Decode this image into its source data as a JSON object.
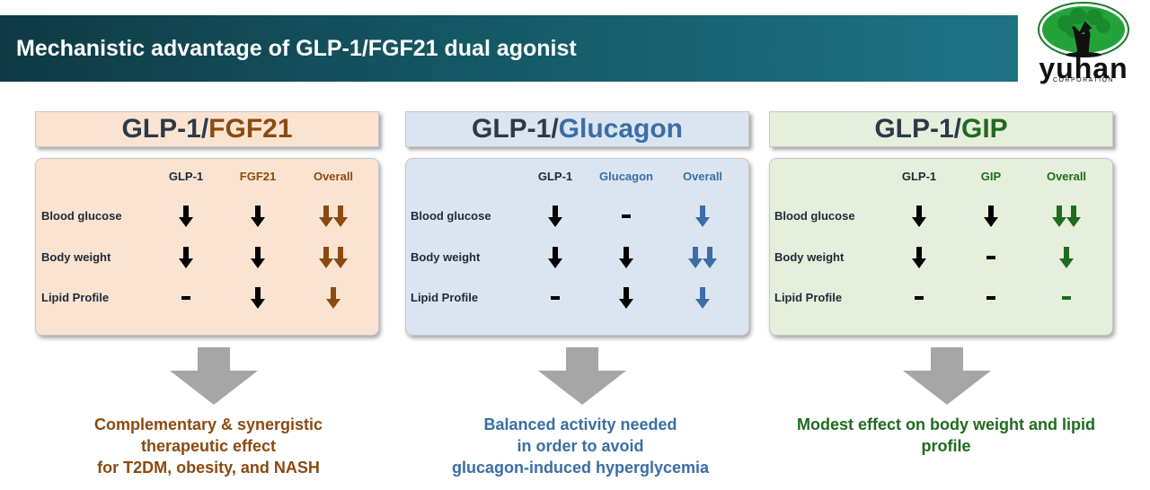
{
  "header": {
    "title": "Mechanistic advantage of  GLP-1/FGF21 dual agonist"
  },
  "logo": {
    "name": "yuhan",
    "subtitle": "CORPORATION"
  },
  "colors": {
    "brown": "#8b4a11",
    "blue": "#3a6ea5",
    "green": "#1f6b1f",
    "black": "#000000"
  },
  "panels": [
    {
      "title_prefix": "GLP-1/",
      "title_accent": "FGF21",
      "accent": "#8b4a11",
      "columns": [
        "GLP-1",
        "FGF21",
        "Overall"
      ],
      "rows": [
        {
          "label": "Blood glucose",
          "cells": [
            "down",
            "down",
            "double-down"
          ]
        },
        {
          "label": "Body weight",
          "cells": [
            "down",
            "down",
            "double-down"
          ]
        },
        {
          "label": "Lipid Profile",
          "cells": [
            "neutral",
            "down",
            "down"
          ]
        }
      ],
      "conclusion": [
        "Complementary & synergistic",
        "therapeutic effect",
        "for T2DM, obesity, and NASH"
      ]
    },
    {
      "title_prefix": "GLP-1/",
      "title_accent": "Glucagon",
      "accent": "#3a6ea5",
      "columns": [
        "GLP-1",
        "Glucagon",
        "Overall"
      ],
      "rows": [
        {
          "label": "Blood glucose",
          "cells": [
            "down",
            "neutral",
            "down"
          ]
        },
        {
          "label": "Body weight",
          "cells": [
            "down",
            "down",
            "double-down"
          ]
        },
        {
          "label": "Lipid Profile",
          "cells": [
            "neutral",
            "down",
            "down"
          ]
        }
      ],
      "conclusion": [
        "Balanced activity needed",
        "in order to avoid",
        "glucagon-induced hyperglycemia"
      ]
    },
    {
      "title_prefix": "GLP-1/",
      "title_accent": "GIP",
      "accent": "#1f6b1f",
      "columns": [
        "GLP-1",
        "GIP",
        "Overall"
      ],
      "rows": [
        {
          "label": "Blood glucose",
          "cells": [
            "down",
            "down",
            "double-down"
          ]
        },
        {
          "label": "Body weight",
          "cells": [
            "down",
            "neutral",
            "down"
          ]
        },
        {
          "label": "Lipid Profile",
          "cells": [
            "neutral",
            "neutral",
            "neutral"
          ]
        }
      ],
      "conclusion": [
        "Modest effect on body weight and lipid",
        "profile"
      ]
    }
  ]
}
